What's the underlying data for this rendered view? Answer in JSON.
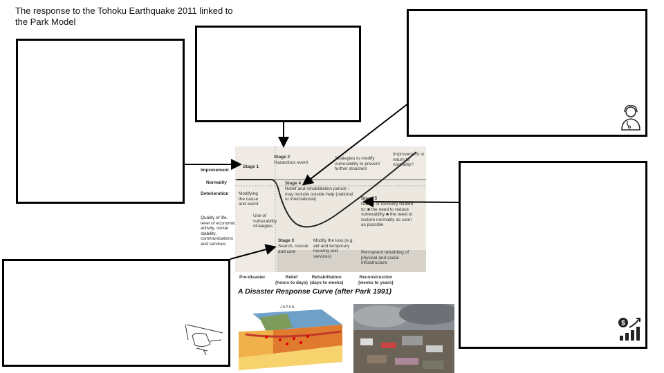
{
  "title": "The response to the Tohoku Earthquake 2011 linked to the Park Model",
  "boxes": {
    "left": "",
    "top_middle": "",
    "top_right": "",
    "right": "",
    "bottom_left": ""
  },
  "park_model": {
    "caption": "A Disaster Response Curve (after Park 1991)",
    "row_labels": [
      "Improvement",
      "Normality",
      "Deterioration"
    ],
    "left_note": "Quality of life, level of economic activity, social stability, communications and services",
    "stages": {
      "stage1": "Stage 1",
      "stage2_title": "Stage 2",
      "stage2_text": "Hazardous event",
      "stage3_title": "Stage 3",
      "stage3_text": "Search, rescue and care",
      "stage4_title": "Stage 4",
      "stage4_text": "Relief and rehabilitation period – may include outside help (national or international)",
      "stage5_title": "Stage 5",
      "stage5_text": "Nature of recovery related to: ■ the need to reduce vulnerability ■ the need to restore normality as soon as possible"
    },
    "annotations": {
      "modify_cause": "Modifying the cause and event",
      "vulnerability": "Use of vulnerability strategies",
      "modify_loss": "Modify the loss (e.g. aid and temporary housing and services)",
      "strategies": "Strategies to modify vulnerability to prevent further disasters",
      "improvement_return": "Improvement or return to normality?",
      "permanent": "Permanent rebuilding of physical and social infrastructure"
    },
    "phases": [
      {
        "label": "Pre-disaster"
      },
      {
        "label": "Relief",
        "sub": "(hours to days)"
      },
      {
        "label": "Rehabilitation",
        "sub": "(days to weeks)"
      },
      {
        "label": "Reconstruction",
        "sub": "(weeks to years)"
      }
    ]
  },
  "photos": {
    "diagram_label": "J A P A N"
  },
  "icons": [
    "doctor-icon",
    "money-growth-icon",
    "rescue-helicopter-icon"
  ]
}
